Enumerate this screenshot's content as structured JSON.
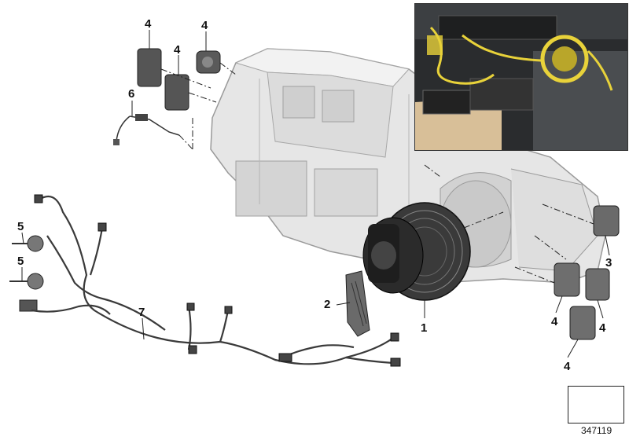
{
  "callouts": {
    "c1": "1",
    "c2": "2",
    "c3": "3",
    "c4a": "4",
    "c4b": "4",
    "c4c": "4",
    "c4d": "4",
    "c4e": "4",
    "c4f": "4",
    "c5a": "5",
    "c5b": "5",
    "c6": "6",
    "c7": "7"
  },
  "reference_number": "347119",
  "colors": {
    "housing": "#e6e6e6",
    "housing_edge": "#9a9a9a",
    "blower": "#2b2b2b",
    "wire": "#3a3a3a",
    "highlight": "#e8d23a",
    "inset_bg": "#2a2c2e",
    "trim": "#d8bf98"
  },
  "icons": {
    "orientation": "car-orientation-arrow-icon"
  }
}
